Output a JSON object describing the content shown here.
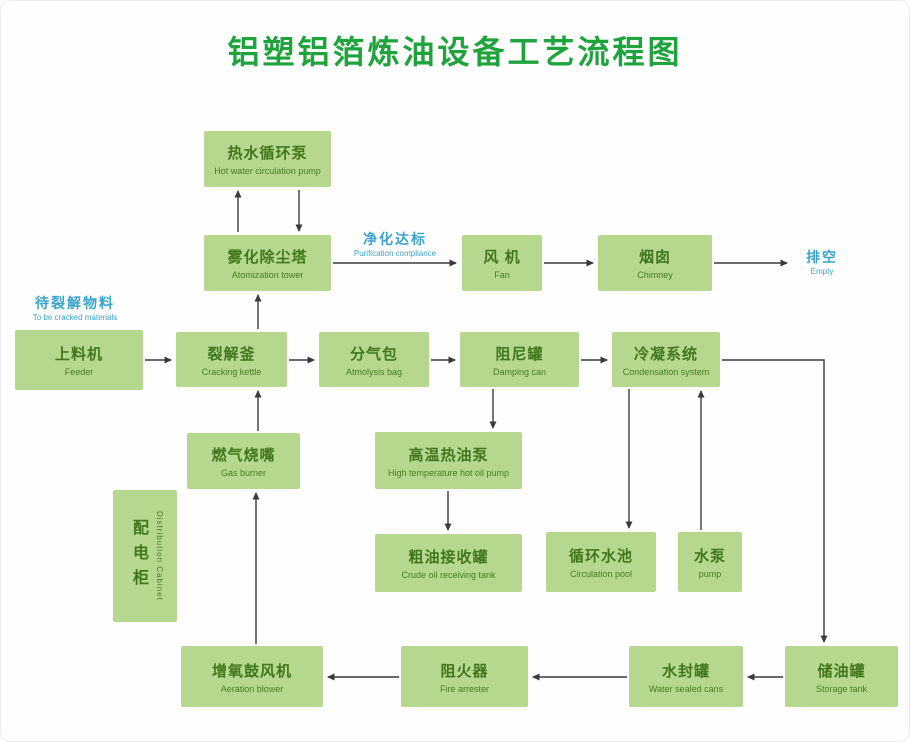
{
  "title": "铝塑铝箔炼油设备工艺流程图",
  "nodes": {
    "hot_water_pump": {
      "zh": "热水循环泵",
      "en": "Hot water circulation pump"
    },
    "atomization_tower": {
      "zh": "雾化除尘塔",
      "en": "Atomization tower"
    },
    "fan": {
      "zh": "风 机",
      "en": "Fan"
    },
    "chimney": {
      "zh": "烟囱",
      "en": "Chimney"
    },
    "feeder": {
      "zh": "上料机",
      "en": "Feeder"
    },
    "cracking_kettle": {
      "zh": "裂解釜",
      "en": "Cracking kettle"
    },
    "atmolysis_bag": {
      "zh": "分气包",
      "en": "Atmolysis bag"
    },
    "damping_can": {
      "zh": "阻尼罐",
      "en": "Damping can"
    },
    "condensation_system": {
      "zh": "冷凝系统",
      "en": "Condensation system"
    },
    "gas_burner": {
      "zh": "燃气烧嘴",
      "en": "Gas burner"
    },
    "hot_oil_pump": {
      "zh": "高温热油泵",
      "en": "High temperature hot oil pump"
    },
    "distribution_cabinet": {
      "zh": "配电柜",
      "en": "Distribution Cabinet"
    },
    "crude_oil_tank": {
      "zh": "粗油接收罐",
      "en": "Crude oil receiving tank"
    },
    "circulation_pool": {
      "zh": "循环水池",
      "en": "Circulation pool"
    },
    "water_pump": {
      "zh": "水泵",
      "en": "pump"
    },
    "aeration_blower": {
      "zh": "增氧鼓风机",
      "en": "Aeration blower"
    },
    "fire_arrester": {
      "zh": "阻火器",
      "en": "Fire arrester"
    },
    "water_sealed_can": {
      "zh": "水封罐",
      "en": "Water sealed cans"
    },
    "storage_tank": {
      "zh": "储油罐",
      "en": "Storage tank"
    }
  },
  "labels": {
    "purification": {
      "zh": "净化达标",
      "en": "Purification compliance"
    },
    "empty": {
      "zh": "排空",
      "en": "Empty"
    },
    "to_be_cracked": {
      "zh": "待裂解物料",
      "en": "To be cracked materials"
    }
  },
  "edges": [
    {
      "from": "atomization_tower",
      "to": "hot_water_pump"
    },
    {
      "from": "hot_water_pump",
      "to": "atomization_tower"
    },
    {
      "from": "atomization_tower",
      "to": "fan",
      "label": "purification"
    },
    {
      "from": "fan",
      "to": "chimney"
    },
    {
      "from": "chimney",
      "to": "empty"
    },
    {
      "from": "feeder",
      "to": "cracking_kettle"
    },
    {
      "from": "cracking_kettle",
      "to": "atmolysis_bag"
    },
    {
      "from": "atmolysis_bag",
      "to": "damping_can"
    },
    {
      "from": "damping_can",
      "to": "condensation_system"
    },
    {
      "from": "cracking_kettle",
      "to": "atomization_tower"
    },
    {
      "from": "gas_burner",
      "to": "cracking_kettle"
    },
    {
      "from": "damping_can",
      "to": "hot_oil_pump"
    },
    {
      "from": "hot_oil_pump",
      "to": "crude_oil_tank"
    },
    {
      "from": "condensation_system",
      "to": "circulation_pool"
    },
    {
      "from": "water_pump",
      "to": "condensation_system"
    },
    {
      "from": "condensation_system",
      "to": "storage_tank"
    },
    {
      "from": "storage_tank",
      "to": "water_sealed_can"
    },
    {
      "from": "water_sealed_can",
      "to": "fire_arrester"
    },
    {
      "from": "fire_arrester",
      "to": "aeration_blower"
    },
    {
      "from": "aeration_blower",
      "to": "gas_burner"
    }
  ],
  "colors": {
    "title": "#1fa33c",
    "box_fill": "#b6d88e",
    "box_text": "#41761f",
    "label_blue": "#3aa4cc",
    "arrow": "#3a3a3a"
  }
}
